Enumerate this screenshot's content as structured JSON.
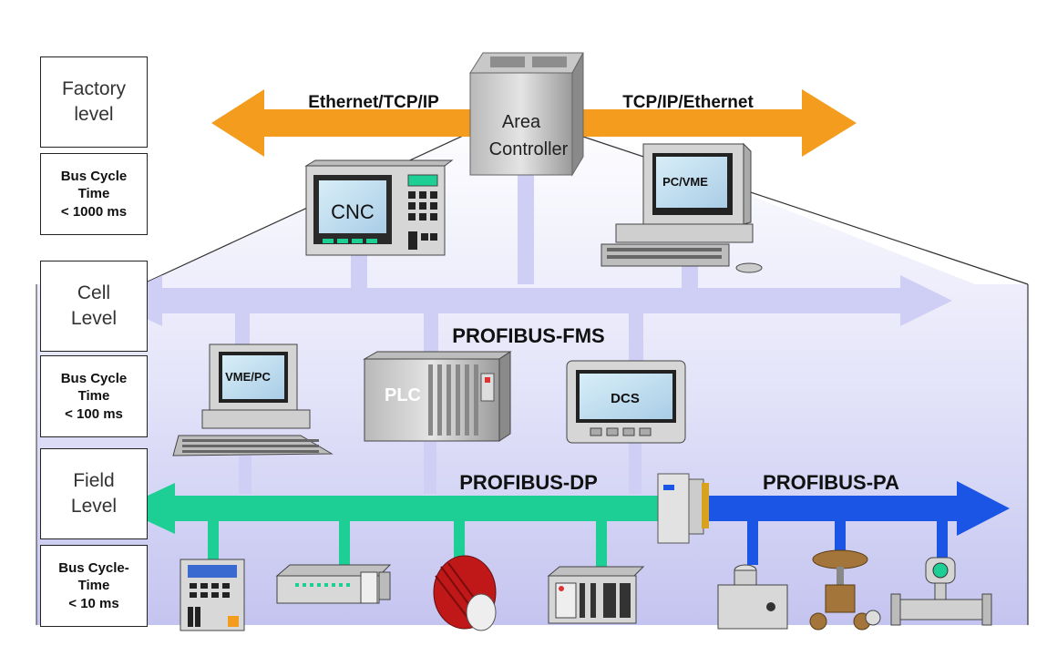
{
  "levels": {
    "factory": {
      "name": "Factory\nlevel",
      "cycle": "Bus Cycle\nTime\n< 1000 ms"
    },
    "cell": {
      "name": "Cell\nLevel",
      "cycle": "Bus Cycle\nTime\n< 100 ms"
    },
    "field": {
      "name": "Field\nLevel",
      "cycle": "Bus Cycle-\nTime\n< 10 ms"
    }
  },
  "networks": {
    "ethernet_left": "Ethernet/TCP/IP",
    "ethernet_right": "TCP/IP/Ethernet",
    "fms": "PROFIBUS-FMS",
    "dp": "PROFIBUS-DP",
    "pa": "PROFIBUS-PA"
  },
  "devices": {
    "area_controller_line1": "Area",
    "area_controller_line2": "Controller",
    "cnc": "CNC",
    "pc_vme": "PC/VME",
    "vme_pc": "VME/PC",
    "plc": "PLC",
    "dcs": "DCS"
  },
  "colors": {
    "ethernet": "#f39c1e",
    "fms": "#cfcff5",
    "dp": "#1ecf95",
    "pa": "#1a55e6",
    "background_gradient_top": "#ffffff",
    "background_gradient_bottom": "#c9c9f2"
  }
}
